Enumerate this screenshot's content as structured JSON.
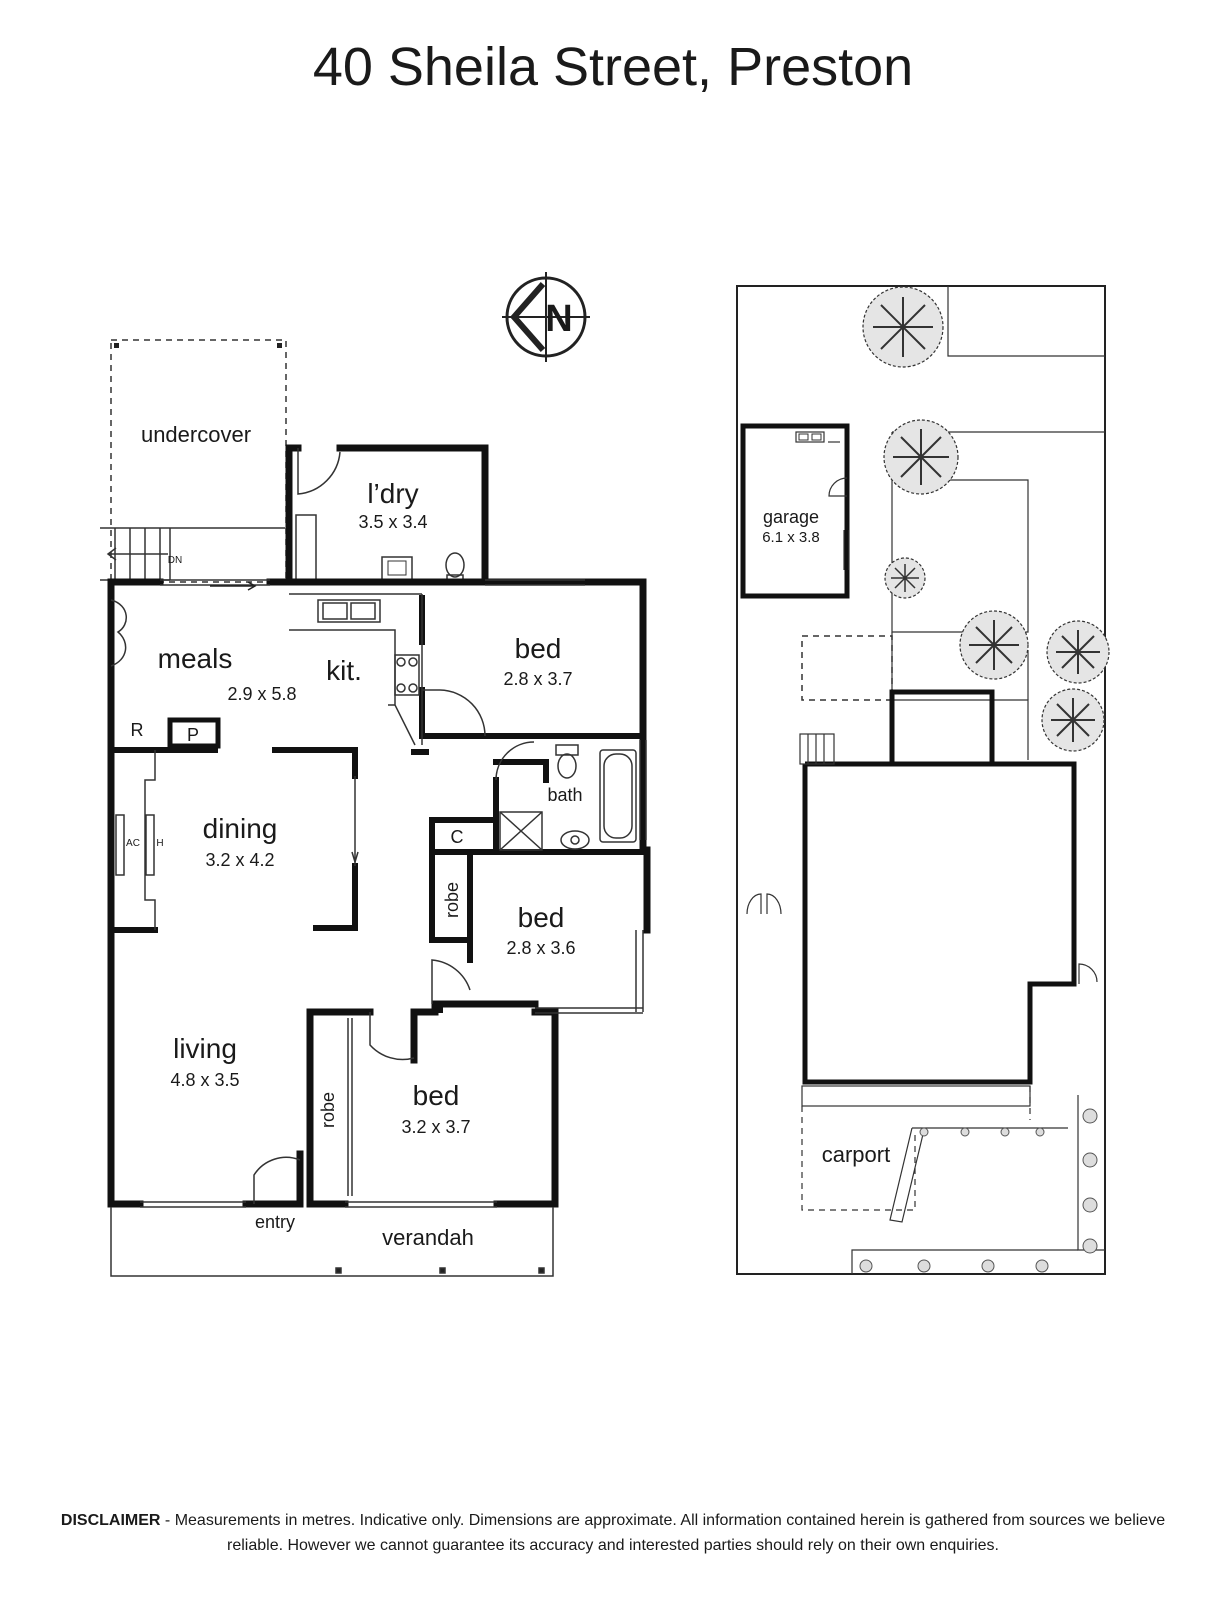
{
  "title": "40 Sheila Street, Preston",
  "compass": {
    "letter": "N"
  },
  "rooms": {
    "undercover": {
      "name": "undercover"
    },
    "laundry": {
      "name": "l’dry",
      "dims": "3.5 x 3.4"
    },
    "meals": {
      "name": "meals",
      "dims": "2.9 x 5.8"
    },
    "kitchen": {
      "name": "kit."
    },
    "bed1": {
      "name": "bed",
      "dims": "2.8 x 3.7"
    },
    "bath": {
      "name": "bath"
    },
    "dining": {
      "name": "dining",
      "dims": "3.2 x 4.2"
    },
    "bed2": {
      "name": "bed",
      "dims": "2.8 x 3.6"
    },
    "living": {
      "name": "living",
      "dims": "4.8 x 3.5"
    },
    "bed3": {
      "name": "bed",
      "dims": "3.2 x 3.7"
    },
    "entry": {
      "name": "entry"
    },
    "verandah": {
      "name": "verandah"
    },
    "robe1": {
      "name": "robe"
    },
    "robe2": {
      "name": "robe"
    },
    "cupboard": {
      "name": "C"
    },
    "pantry": {
      "name": "P"
    },
    "fridge": {
      "name": "R"
    },
    "ac": {
      "name": "AC"
    },
    "heater": {
      "name": "H"
    },
    "stairs_down": {
      "name": "DN"
    }
  },
  "site": {
    "garage": {
      "name": "garage",
      "dims": "6.1 x 3.8"
    },
    "carport": {
      "name": "carport"
    }
  },
  "disclaimer": {
    "heading": "DISCLAIMER",
    "text": " - Measurements in metres. Indicative only. Dimensions are approximate. All information contained herein is gathered from sources we believe reliable. However we cannot guarantee its accuracy and interested parties should rely on their own enquiries."
  }
}
